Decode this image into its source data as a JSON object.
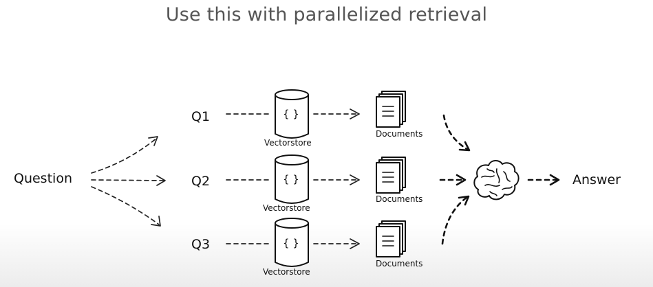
{
  "title": "Use this with parallelized retrieval",
  "nodes": {
    "question": "Question",
    "answer": "Answer"
  },
  "rows": [
    {
      "query": "Q1",
      "store_label": "Vectorstore",
      "store_symbol": "{ }",
      "docs_label": "Documents"
    },
    {
      "query": "Q2",
      "store_label": "Vectorstore",
      "store_symbol": "{ }",
      "docs_label": "Documents"
    },
    {
      "query": "Q3",
      "store_label": "Vectorstore",
      "store_symbol": "{ }",
      "docs_label": "Documents"
    }
  ],
  "icons": {
    "store": "database-cylinder-icon",
    "docs": "document-stack-icon",
    "llm": "brain-icon"
  }
}
